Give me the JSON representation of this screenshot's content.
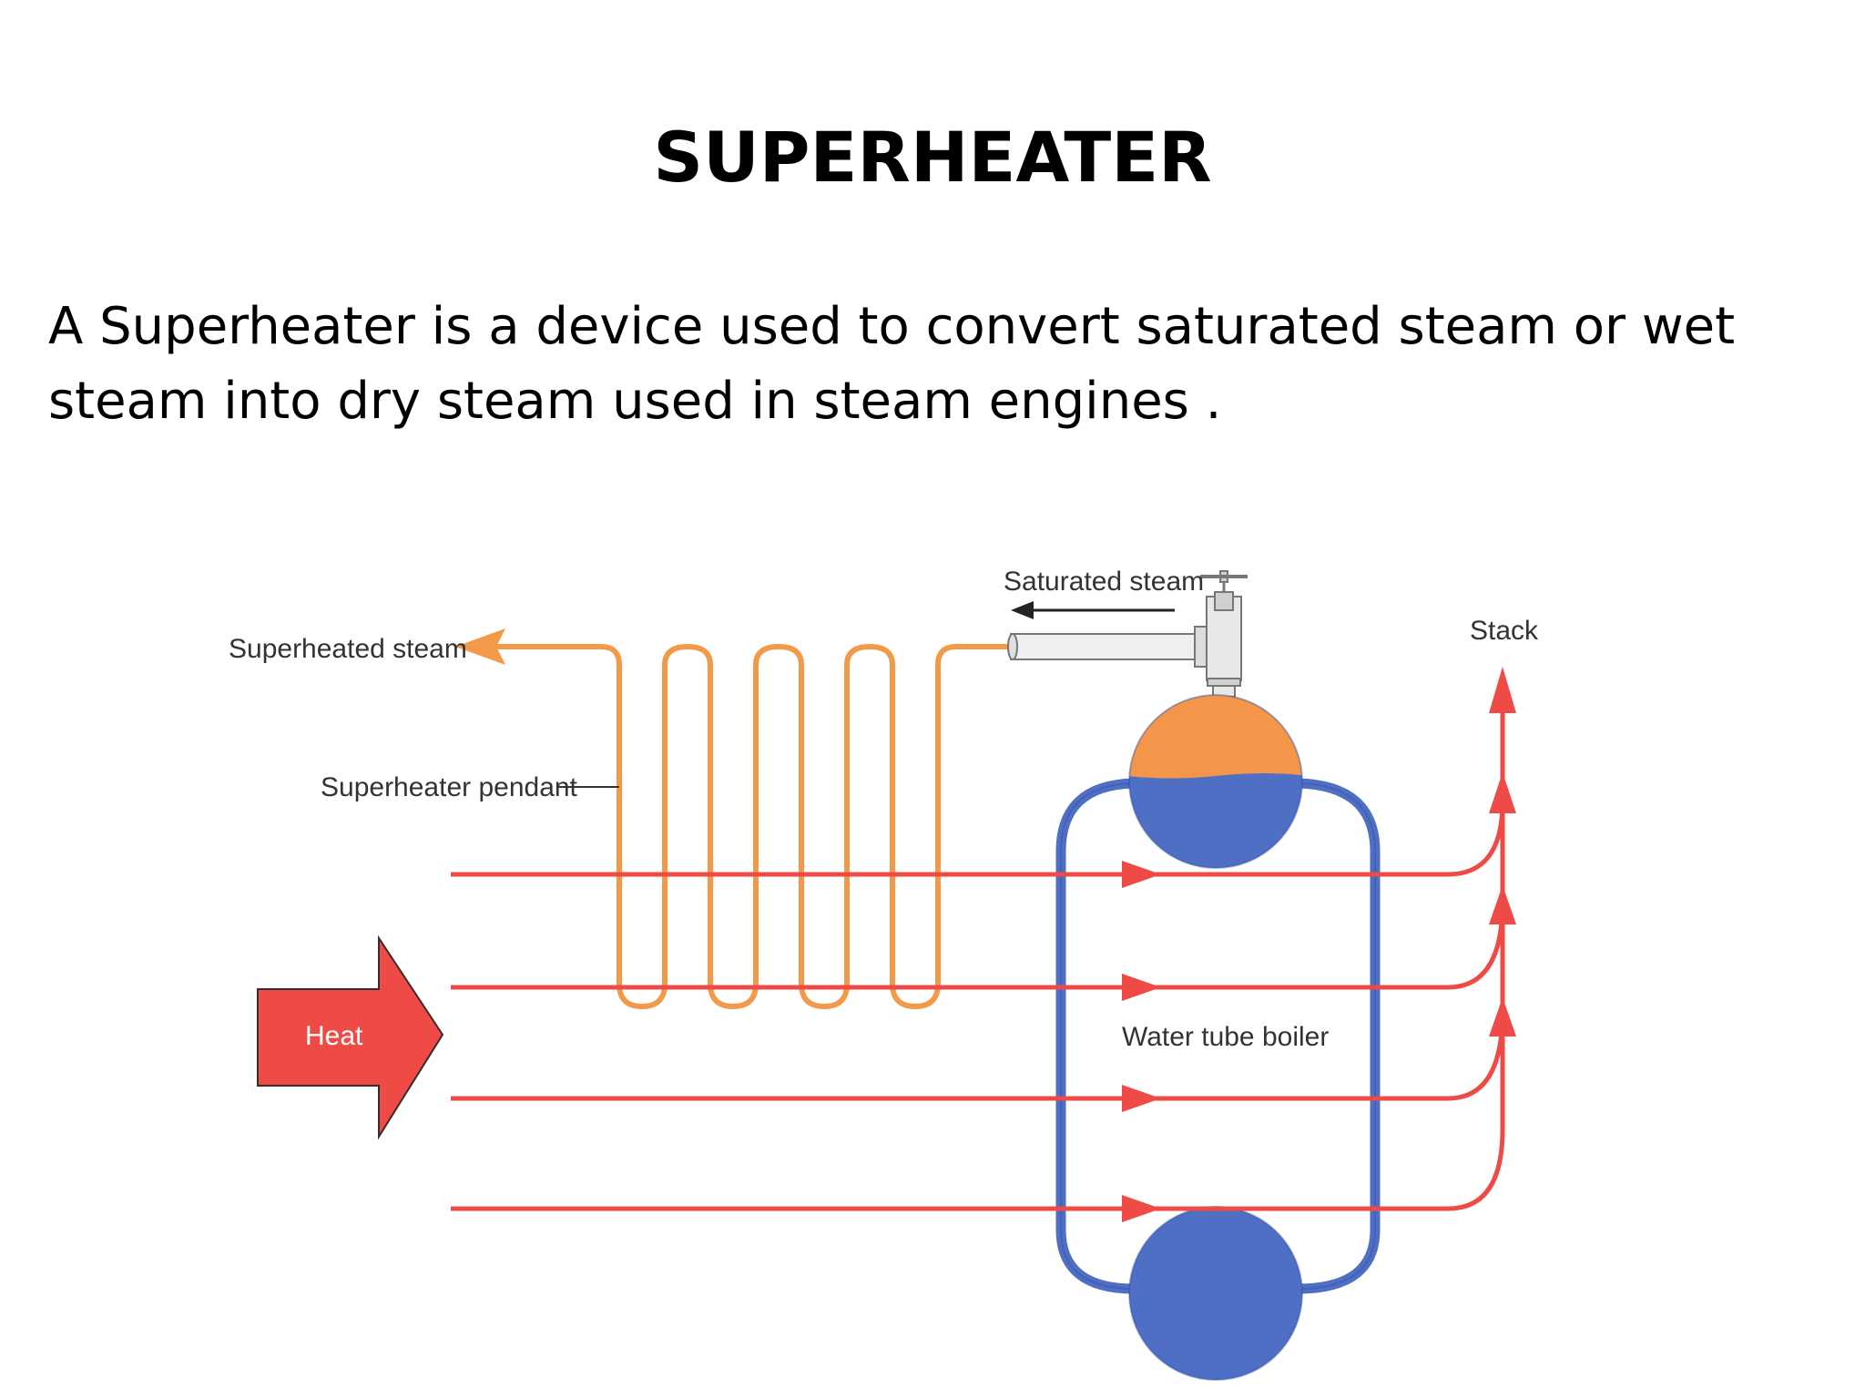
{
  "slide": {
    "title": "SUPERHEATER",
    "body": "A Superheater is a device used to convert saturated steam or wet steam into dry steam used in steam engines ."
  },
  "diagram": {
    "labels": {
      "superheated_steam": "Superheated steam",
      "saturated_steam": "Saturated steam",
      "stack": "Stack",
      "superheater_pendant": "Superheater pendant",
      "heat": "Heat",
      "water_tube_boiler": "Water tube boiler"
    },
    "colors": {
      "steam_pipe": "#f39a48",
      "flue_gas": "#ee4b46",
      "water": "#4f6fc4",
      "steam_drum_top": "#f4964a",
      "heat_arrow": "#ee4b46",
      "valve": "#dcdcdc"
    }
  }
}
